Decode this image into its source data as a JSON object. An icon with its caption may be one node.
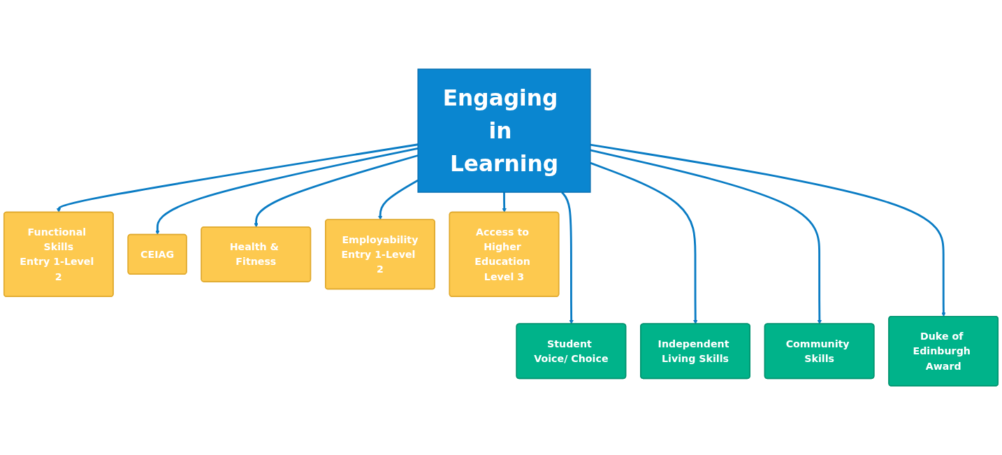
{
  "diagram": {
    "nodes": [
      {
        "text": [
          "Engaging in Learning"
        ]
      },
      {
        "text": [
          "Functional Skills",
          "Entry 1-Level 2"
        ]
      },
      {
        "text": [
          "CEIAG"
        ]
      },
      {
        "text": [
          "Health & Fitness"
        ]
      },
      {
        "text": [
          "Employability",
          "Entry 1-Level 2"
        ]
      },
      {
        "text": [
          "Access to Higher Education Level 3"
        ]
      },
      {
        "text": [
          "Student Voice/ Choice"
        ]
      },
      {
        "text": [
          "Independent Living Skills"
        ]
      },
      {
        "text": [
          "Community Skills"
        ]
      },
      {
        "text": [
          "Duke of Edinburgh Award"
        ]
      }
    ],
    "edges": [
      {
        "from": 0,
        "to": 1,
        "arrow": "to"
      },
      {
        "from": 0,
        "to": 6,
        "arrow": "to"
      },
      {
        "from": 0,
        "to": 2,
        "arrow": "to"
      },
      {
        "from": 0,
        "to": 7,
        "arrow": "to"
      },
      {
        "from": 0,
        "to": 3,
        "arrow": "to"
      },
      {
        "from": 0,
        "to": 8,
        "arrow": "to"
      },
      {
        "from": 0,
        "to": 4,
        "arrow": "to"
      },
      {
        "from": 0,
        "to": 9,
        "arrow": "to"
      },
      {
        "from": 0,
        "to": 5,
        "arrow": "to"
      }
    ]
  }
}
